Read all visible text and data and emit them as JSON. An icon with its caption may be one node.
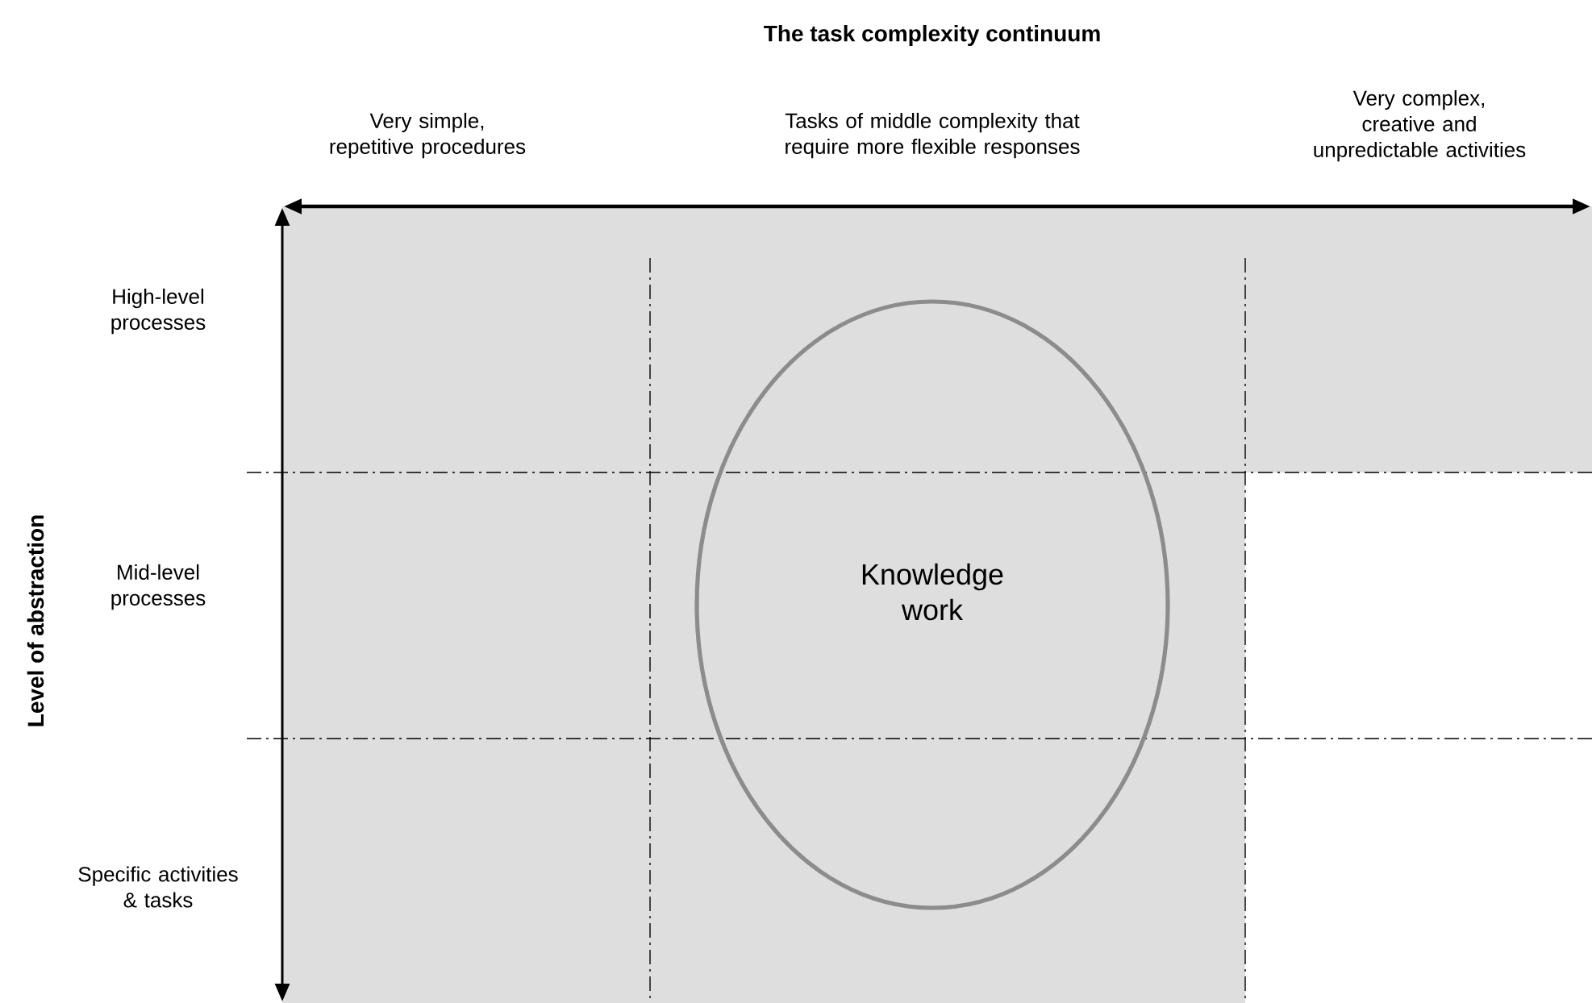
{
  "diagram": {
    "title": "The task complexity continuum",
    "nodes": [
      {
        "text": [
          "Knowledge work"
        ]
      }
    ],
    "edges": [],
    "labels": [
      "Very simple, repetitive procedures",
      "Tasks of middle complexity that require more flexible responses",
      "Very complex, creative and unpredictable activities",
      "High-level processes",
      "Mid-level processes",
      "Specific activities & tasks",
      "Level of abstraction"
    ]
  }
}
